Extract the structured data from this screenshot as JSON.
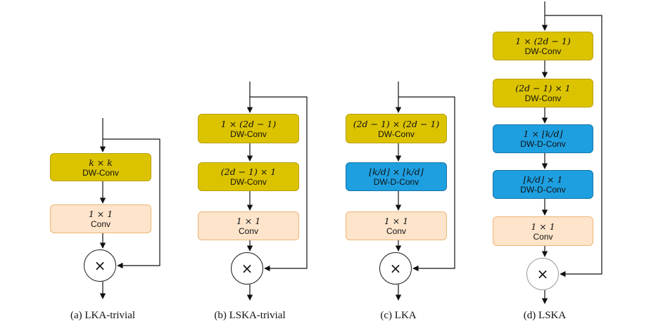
{
  "panels": [
    {
      "id": "a",
      "caption": "(a) LKA-trivial",
      "blocks": [
        {
          "math": "k × k",
          "label": "DW-Conv",
          "color": "yellow"
        },
        {
          "math": "1 × 1",
          "label": "Conv",
          "color": "peach"
        }
      ],
      "combine": "×"
    },
    {
      "id": "b",
      "caption": "(b) LSKA-trivial",
      "blocks": [
        {
          "math": "1 × (2d − 1)",
          "label": "DW-Conv",
          "color": "yellow"
        },
        {
          "math": "(2d − 1) × 1",
          "label": "DW-Conv",
          "color": "yellow"
        },
        {
          "math": "1 × 1",
          "label": "Conv",
          "color": "peach"
        }
      ],
      "combine": "×"
    },
    {
      "id": "c",
      "caption": "(c) LKA",
      "blocks": [
        {
          "math": "(2d − 1) × (2d − 1)",
          "label": "DW-Conv",
          "color": "yellow"
        },
        {
          "math": "⌊k/d⌋ × ⌊k/d⌋",
          "label": "DW-D-Conv",
          "color": "blue"
        },
        {
          "math": "1 × 1",
          "label": "Conv",
          "color": "peach"
        }
      ],
      "combine": "×"
    },
    {
      "id": "d",
      "caption": "(d) LSKA",
      "blocks": [
        {
          "math": "1 × (2d − 1)",
          "label": "DW-Conv",
          "color": "yellow"
        },
        {
          "math": "(2d − 1) × 1",
          "label": "DW-Conv",
          "color": "yellow"
        },
        {
          "math": "1 × ⌊k/d⌋",
          "label": "DW-D-Conv",
          "color": "blue"
        },
        {
          "math": "⌊k/d⌋ × 1",
          "label": "DW-D-Conv",
          "color": "blue"
        },
        {
          "math": "1 × 1",
          "label": "Conv",
          "color": "peach"
        }
      ],
      "combine": "×"
    }
  ],
  "colors": {
    "dwconv": "#dcc300",
    "dwdconv": "#1e9fe0",
    "conv": "#fde4cb",
    "line": "#111111"
  }
}
